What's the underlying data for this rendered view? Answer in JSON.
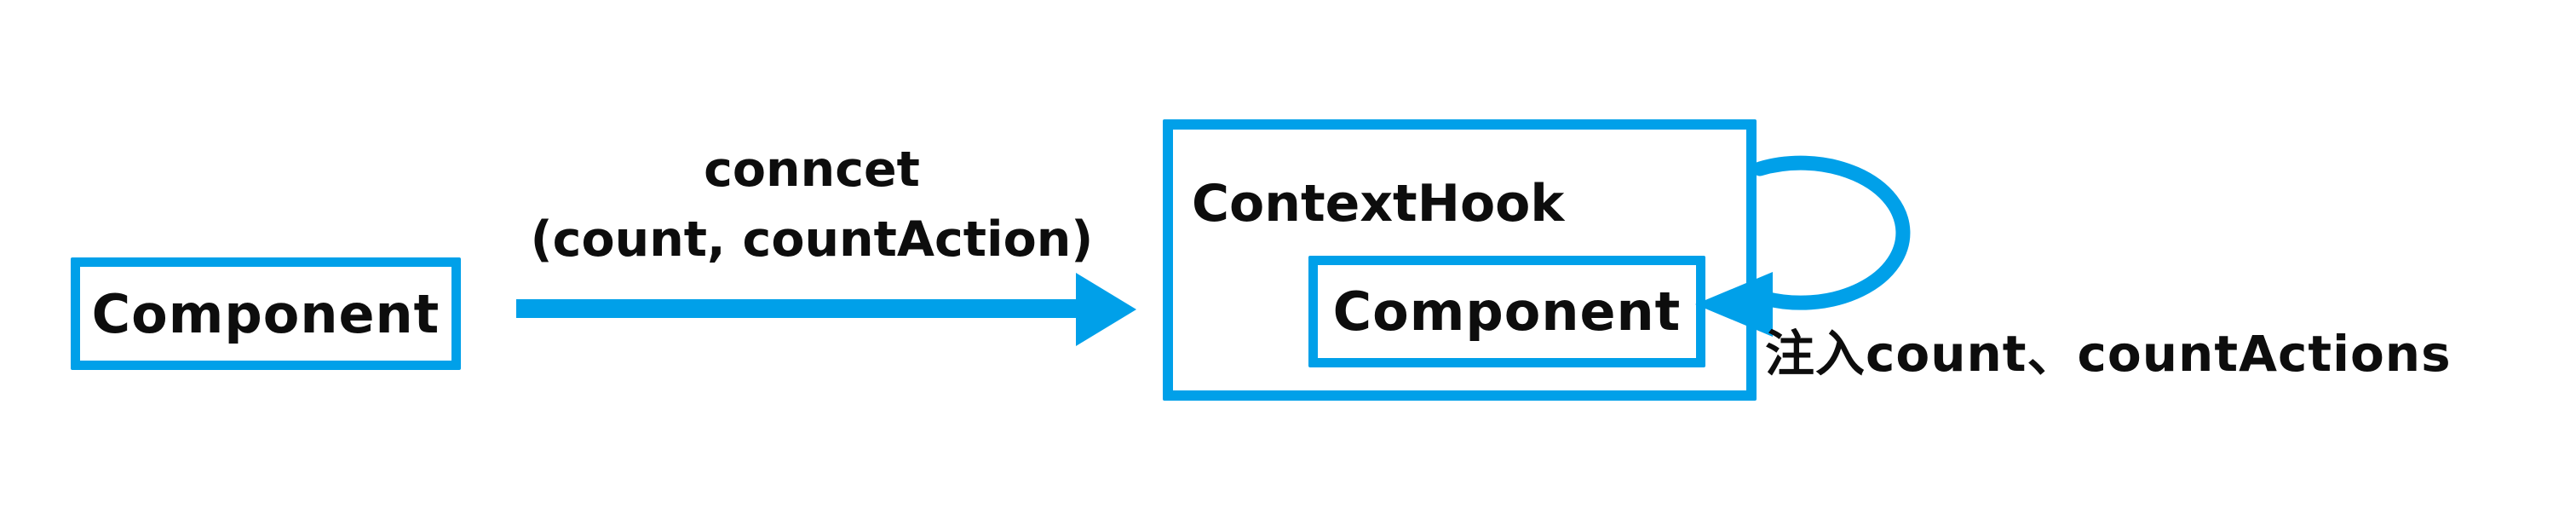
{
  "colors": {
    "accent_blue": "#00A0E9",
    "text_black": "#0D0D0D",
    "background": "#FFFFFF"
  },
  "diagram": {
    "source_box": {
      "label": "Component"
    },
    "connect_arrow": {
      "label_line1": "conncet",
      "label_line2": "(count, countAction)"
    },
    "context_box": {
      "title": "ContextHook",
      "child_box": {
        "label": "Component"
      }
    },
    "inject_arrow": {
      "label": "注入count、countActions"
    }
  }
}
